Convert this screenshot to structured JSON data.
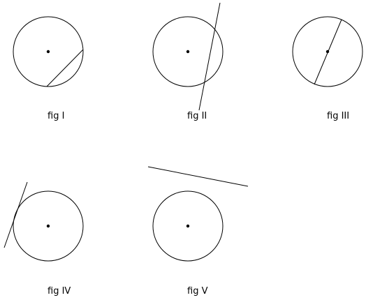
{
  "colors": {
    "background": "#ffffff",
    "stroke": "#000000"
  },
  "figures": [
    {
      "id": "fig-1",
      "label": "fig I",
      "line_kind": "chord"
    },
    {
      "id": "fig-2",
      "label": "fig II",
      "line_kind": "secant"
    },
    {
      "id": "fig-3",
      "label": "fig III",
      "line_kind": "diameter"
    },
    {
      "id": "fig-4",
      "label": "fig IV",
      "line_kind": "tangent"
    },
    {
      "id": "fig-5",
      "label": "fig V",
      "line_kind": "non-intersecting"
    }
  ]
}
